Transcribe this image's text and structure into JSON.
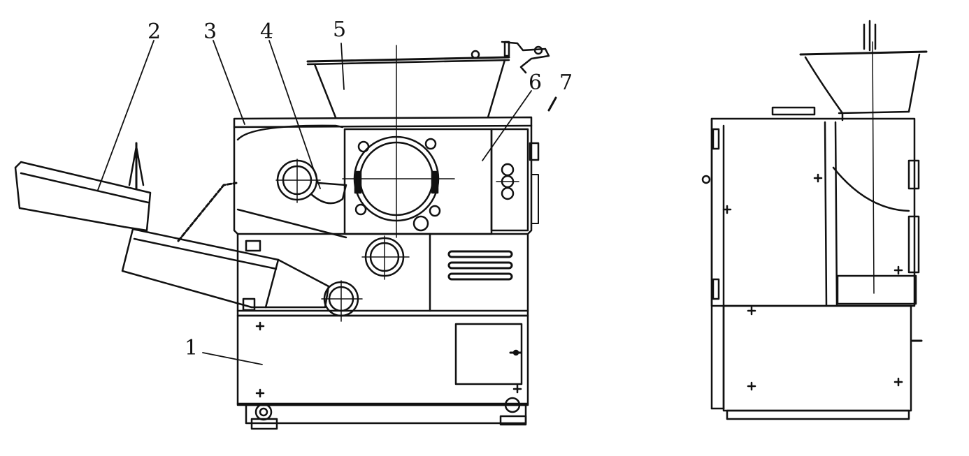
{
  "diagram": {
    "callouts": [
      {
        "id": "1",
        "text": "1"
      },
      {
        "id": "2",
        "text": "2"
      },
      {
        "id": "3",
        "text": "3"
      },
      {
        "id": "4",
        "text": "4"
      },
      {
        "id": "5",
        "text": "5"
      },
      {
        "id": "6",
        "text": "6"
      },
      {
        "id": "7",
        "text": "7"
      }
    ],
    "views": [
      "front-view",
      "side-view"
    ],
    "colors": {
      "ink": "#111111",
      "paper": "#ffffff"
    }
  }
}
